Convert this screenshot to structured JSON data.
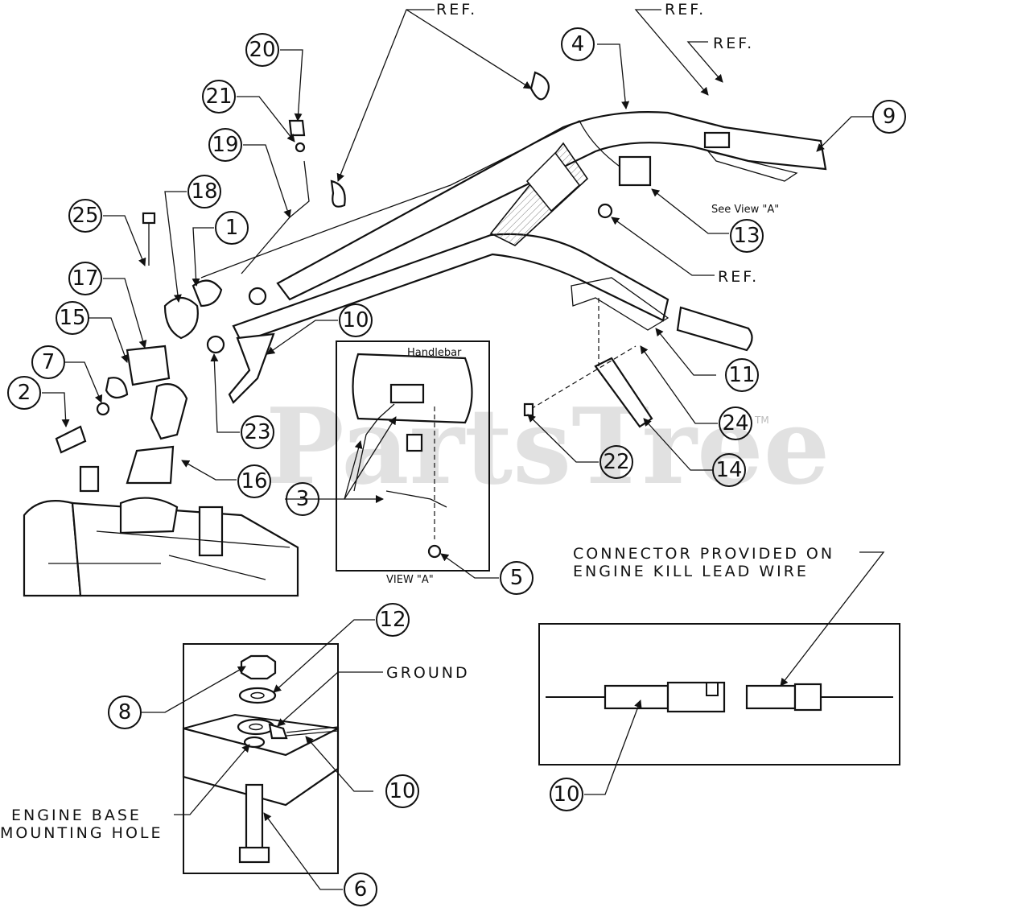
{
  "watermark": "PartsTree",
  "trademark": "TM",
  "labels": {
    "ref": "REF.",
    "see_view_a": "See View \"A\"",
    "handlebar": "Handlebar",
    "view_a": "VIEW \"A\"",
    "ground": "GROUND",
    "connector_line1": "CONNECTOR PROVIDED ON",
    "connector_line2": "ENGINE KILL LEAD WIRE",
    "engine_base_line1": "ENGINE BASE",
    "engine_base_line2": "MOUNTING HOLE"
  },
  "callouts": {
    "c1": "1",
    "c2": "2",
    "c3": "3",
    "c4": "4",
    "c5": "5",
    "c6": "6",
    "c7": "7",
    "c8": "8",
    "c9": "9",
    "c10a": "10",
    "c10b": "10",
    "c10c": "10",
    "c11": "11",
    "c12": "12",
    "c13": "13",
    "c14": "14",
    "c15": "15",
    "c16": "16",
    "c17": "17",
    "c18": "18",
    "c19": "19",
    "c20": "20",
    "c21": "21",
    "c22": "22",
    "c23": "23",
    "c24": "24",
    "c25": "25"
  }
}
